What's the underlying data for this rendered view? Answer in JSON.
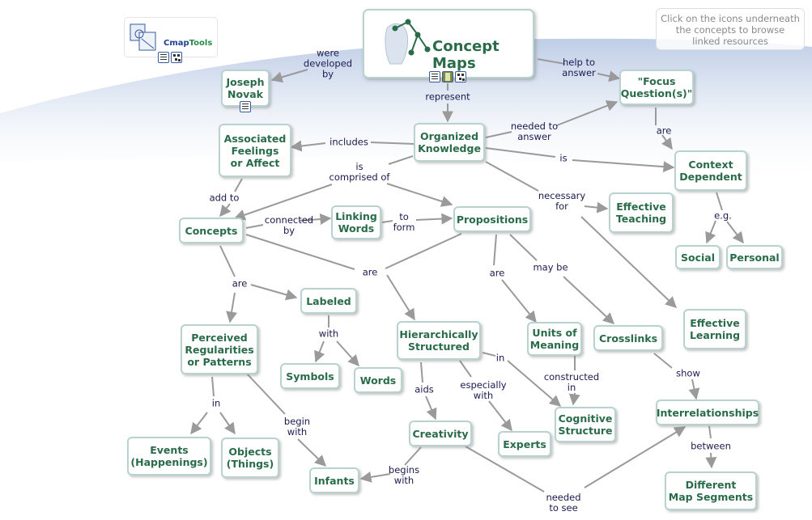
{
  "title": "Concept Maps",
  "app_logo": {
    "part1": "Cmap",
    "part2": "Tools"
  },
  "info": "Click on the icons underneath\nthe concepts to browse\nlinked resources",
  "colors": {
    "node_text": "#2a6b4a",
    "node_border": "#b8d2cf",
    "link_text": "#1a1a4e",
    "edge": "#9a9a9a"
  },
  "nodes": [
    {
      "id": "joseph",
      "text": "Joseph\nNovak"
    },
    {
      "id": "focus",
      "text": "\"Focus\nQuestion(s)\""
    },
    {
      "id": "feelings",
      "text": "Associated\nFeelings\nor Affect"
    },
    {
      "id": "organized",
      "text": "Organized\nKnowledge"
    },
    {
      "id": "context",
      "text": "Context\nDependent"
    },
    {
      "id": "concepts",
      "text": "Concepts"
    },
    {
      "id": "linkingwords",
      "text": "Linking\nWords"
    },
    {
      "id": "propositions",
      "text": "Propositions"
    },
    {
      "id": "teaching",
      "text": "Effective\nTeaching"
    },
    {
      "id": "social",
      "text": "Social"
    },
    {
      "id": "personal",
      "text": "Personal"
    },
    {
      "id": "labeled",
      "text": "Labeled"
    },
    {
      "id": "learning",
      "text": "Effective\nLearning"
    },
    {
      "id": "perceived",
      "text": "Perceived\nRegularities\nor Patterns"
    },
    {
      "id": "hier",
      "text": "Hierarchically\nStructured"
    },
    {
      "id": "units",
      "text": "Units of\nMeaning"
    },
    {
      "id": "crosslinks",
      "text": "Crosslinks"
    },
    {
      "id": "symbols",
      "text": "Symbols"
    },
    {
      "id": "words",
      "text": "Words"
    },
    {
      "id": "interrel",
      "text": "Interrelationships"
    },
    {
      "id": "creativity",
      "text": "Creativity"
    },
    {
      "id": "cognitive",
      "text": "Cognitive\nStructure"
    },
    {
      "id": "experts",
      "text": "Experts"
    },
    {
      "id": "events",
      "text": "Events\n(Happenings)"
    },
    {
      "id": "objects",
      "text": "Objects\n(Things)"
    },
    {
      "id": "infants",
      "text": "Infants"
    },
    {
      "id": "segments",
      "text": "Different\nMap Segments"
    }
  ],
  "links": [
    {
      "id": "developed",
      "text": "were\ndeveloped\nby"
    },
    {
      "id": "helpto",
      "text": "help to\nanswer"
    },
    {
      "id": "represent",
      "text": "represent"
    },
    {
      "id": "are_fq",
      "text": "are"
    },
    {
      "id": "includes",
      "text": "includes"
    },
    {
      "id": "needed_answer",
      "text": "needed to\nanswer"
    },
    {
      "id": "is",
      "text": "is"
    },
    {
      "id": "comprised",
      "text": "is\ncomprised of"
    },
    {
      "id": "necessary",
      "text": "necessary\nfor"
    },
    {
      "id": "addto",
      "text": "add to"
    },
    {
      "id": "connected",
      "text": "connected\nby"
    },
    {
      "id": "toform",
      "text": "to\nform"
    },
    {
      "id": "eg",
      "text": "e.g."
    },
    {
      "id": "are_c",
      "text": "are"
    },
    {
      "id": "are_mid",
      "text": "are"
    },
    {
      "id": "are_p",
      "text": "are"
    },
    {
      "id": "maybe",
      "text": "may be"
    },
    {
      "id": "with",
      "text": "with"
    },
    {
      "id": "in_h",
      "text": "in"
    },
    {
      "id": "constructed",
      "text": "constructed\nin"
    },
    {
      "id": "show",
      "text": "show"
    },
    {
      "id": "in_p",
      "text": "in"
    },
    {
      "id": "aids",
      "text": "aids"
    },
    {
      "id": "especially",
      "text": "especially\nwith"
    },
    {
      "id": "between",
      "text": "between"
    },
    {
      "id": "beginwith",
      "text": "begin\nwith"
    },
    {
      "id": "beginswith",
      "text": "begins\nwith"
    },
    {
      "id": "neededtosee",
      "text": "needed\nto see"
    }
  ]
}
